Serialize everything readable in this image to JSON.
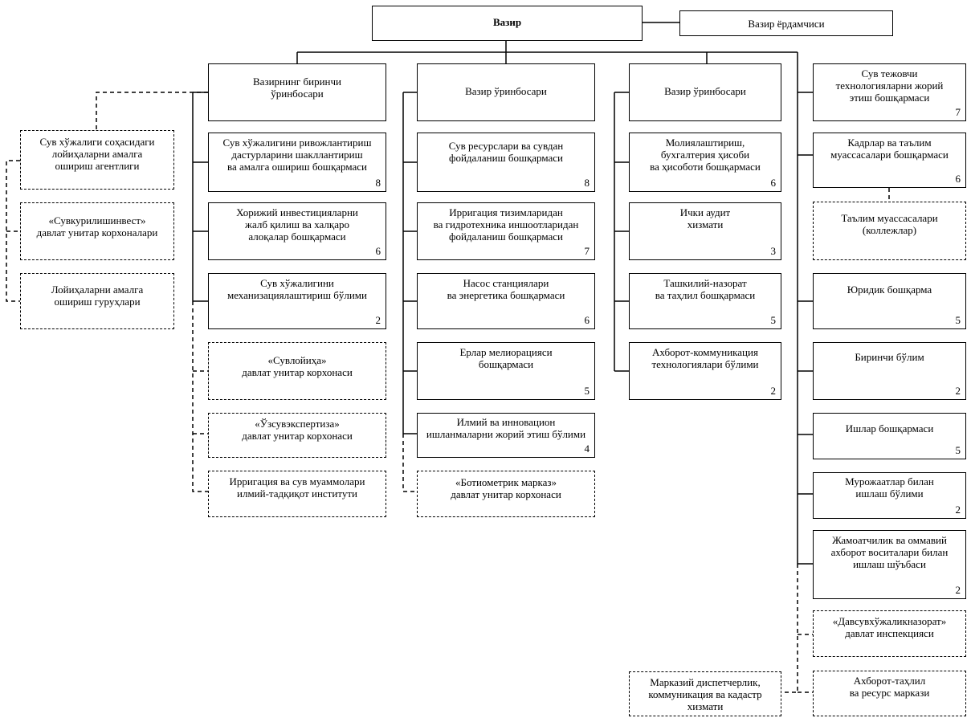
{
  "colors": {
    "line": "#000000",
    "box_fill": "#ffffff"
  },
  "top": {
    "minister": "Вазир",
    "assistant": "Вазир ёрдамчиси"
  },
  "col1": {
    "head": "Вазирнинг биринчи\nўринбосари",
    "u1": {
      "name": "Сув хўжалигини ривожлантириш\nдастурларини шакллантириш\nва амалга ошириш бошқармаси",
      "count": "8"
    },
    "u2": {
      "name": "Хорижий инвестицияларни\nжалб қилиш ва халқаро\nалоқалар бошқармаси",
      "count": "6"
    },
    "u3": {
      "name": "Сув хўжалигини\nмеханизациялаштириш бўлими",
      "count": "2"
    },
    "d1": "«Сувлойиҳа»\nдавлат унитар корхонаси",
    "d2": "«Ўзсувэкспертиза»\nдавлат унитар корхонаси",
    "d3": "Ирригация ва сув муаммолари\nилмий-тадқиқот институти"
  },
  "left": {
    "d1": "Сув хўжалиги соҳасидаги\nлойиҳаларни амалга\nошириш агентлиги",
    "d2": "«Сувкурилишинвест»\nдавлат унитар корхоналари",
    "d3": "Лойиҳаларни амалга\nошириш гуруҳлари"
  },
  "col2": {
    "head": "Вазир ўринбосари",
    "u1": {
      "name": "Сув ресурслари ва сувдан\nфойдаланиш бошқармаси",
      "count": "8"
    },
    "u2": {
      "name": "Ирригация тизимларидан\nва гидротехника иншоотларидан\nфойдаланиш бошқармаси",
      "count": "7"
    },
    "u3": {
      "name": "Насос станциялари\nва энергетика бошқармаси",
      "count": "6"
    },
    "u4": {
      "name": "Ерлар мелиорацияси\nбошқармаси",
      "count": "5"
    },
    "u5": {
      "name": "Илмий ва инновацион\nишланмаларни жорий этиш бўлими",
      "count": "4"
    },
    "d1": "«Ботиометрик марказ»\nдавлат унитар корхонаси"
  },
  "col3": {
    "head": "Вазир ўринбосари",
    "u1": {
      "name": "Молиялаштириш,\nбухгалтерия ҳисоби\nва ҳисоботи бошқармаси",
      "count": "6"
    },
    "u2": {
      "name": "Ички аудит\nхизмати",
      "count": "3"
    },
    "u3": {
      "name": "Ташкилий-назорат\nва таҳлил бошқармаси",
      "count": "5"
    },
    "u4": {
      "name": "Ахборот-коммуникация\nтехнологиялари бўлими",
      "count": "2"
    },
    "d1": "Марказий диспетчерлик,\nкоммуникация ва кадастр\nхизмати"
  },
  "col4": {
    "head": {
      "name": "Сув тежовчи\nтехнологияларни жорий\nэтиш бошқармаси",
      "count": "7"
    },
    "u1": {
      "name": "Кадрлар ва таълим\nмуассасалари бошқармаси",
      "count": "6"
    },
    "d1": "Таълим муассасалари\n(коллежлар)",
    "u2": {
      "name": "Юридик бошқарма",
      "count": "5"
    },
    "u3": {
      "name": "Биринчи бўлим",
      "count": "2"
    },
    "u4": {
      "name": "Ишлар бошқармаси",
      "count": "5"
    },
    "u5": {
      "name": "Мурожаатлар билан\nишлаш бўлими",
      "count": "2"
    },
    "u6": {
      "name": "Жамоатчилик ва оммавий\nахборот воситалари билан\nишлаш шўъбаси",
      "count": "2"
    },
    "d2": "«Давсувхўжаликназорат»\nдавлат инспекцияси",
    "d3": "Ахборот-таҳлил\nва ресурс маркази"
  }
}
